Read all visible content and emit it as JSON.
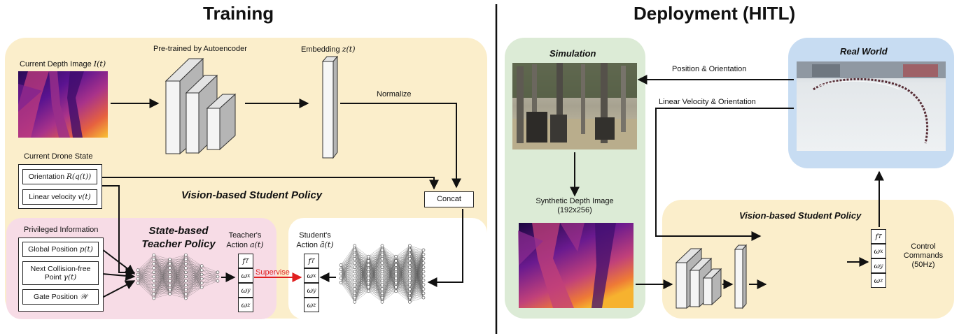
{
  "training": {
    "title": "Training",
    "depth_image_label": "Current Depth Image",
    "depth_image_math": "I(t)",
    "autoencoder_label": "Pre-trained by Autoencoder",
    "embedding_label": "Embedding",
    "embedding_math": "z(t)",
    "normalize_label": "Normalize",
    "drone_state_label": "Current Drone State",
    "orientation_label": "Orientation",
    "orientation_math": "R(q(t))",
    "linear_velocity_label": "Linear velocity",
    "linear_velocity_math": "v(t)",
    "student_policy_label": "Vision-based Student Policy",
    "concat_label": "Concat",
    "privileged_label": "Privileged Information",
    "global_position_label": "Global Position",
    "global_position_math": "p(t)",
    "next_point_label_1": "Next Collision-free",
    "next_point_label_2": "Point",
    "next_point_math": "γ(t)",
    "gate_position_label": "Gate Position",
    "gate_position_math": "𝒲",
    "teacher_policy_line1": "State-based",
    "teacher_policy_line2": "Teacher Policy",
    "teacher_action_line1": "Teacher's",
    "teacher_action_line2": "Action",
    "teacher_action_math": "a(t)",
    "student_action_line1": "Student's",
    "student_action_line2": "Action",
    "student_action_math": "ã(t)",
    "supervise_label": "Supervise",
    "action_cells": [
      "f_T",
      "ω_x",
      "ω_y",
      "ω_z"
    ]
  },
  "deployment": {
    "title": "Deployment (HITL)",
    "simulation_label": "Simulation",
    "real_world_label": "Real World",
    "position_orientation_label": "Position & Orientation",
    "linear_velocity_orientation_label": "Linear Velocity & Orientation",
    "synthetic_depth_line1": "Synthetic Depth Image",
    "synthetic_depth_line2": "(192x256)",
    "student_policy_label": "Vision-based Student Policy",
    "control_line1": "Control",
    "control_line2": "Commands",
    "control_line3": "(50Hz)",
    "action_cells": [
      "f_T",
      "ω_x",
      "ω_y",
      "ω_z"
    ]
  },
  "colors": {
    "yellow_panel": "#fbeecb",
    "pink_panel": "#f7dce6",
    "green_panel": "#dcebd6",
    "blue_panel": "#c7dcf2",
    "supervise": "#e02020"
  }
}
